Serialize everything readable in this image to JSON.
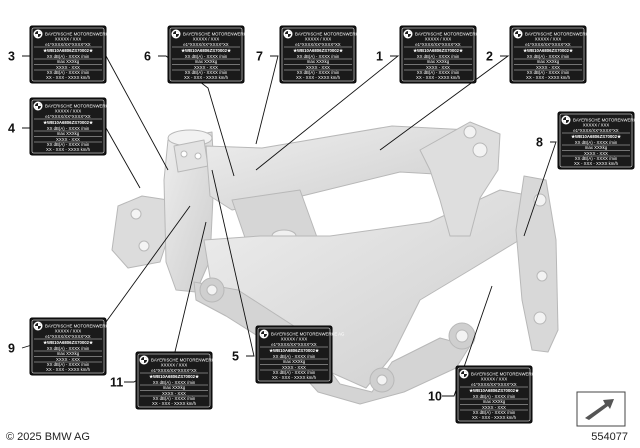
{
  "label_template": {
    "lines": [
      "BAYERISCHE MOTORENWERKE AG",
      "XXXXX / XXX",
      "e1*XXXX/XX*XXXX*XX",
      "★WB10A6806ZS70002★",
      "XX dB(A) - XXXX /min",
      "max XXXkg",
      "XXXX - XXX",
      "XX dB(A) - XXXX /min",
      "XX - XXX - XXXX km/h"
    ]
  },
  "callouts": [
    "1",
    "2",
    "3",
    "4",
    "5",
    "6",
    "7",
    "8",
    "9",
    "10",
    "11"
  ],
  "footer": {
    "copyright": "© 2025 BMW AG",
    "diagram_id": "554077"
  },
  "icons": {
    "bmw_logo": "bmw-roundel-icon",
    "view_indicator": "arrow-view-icon"
  }
}
